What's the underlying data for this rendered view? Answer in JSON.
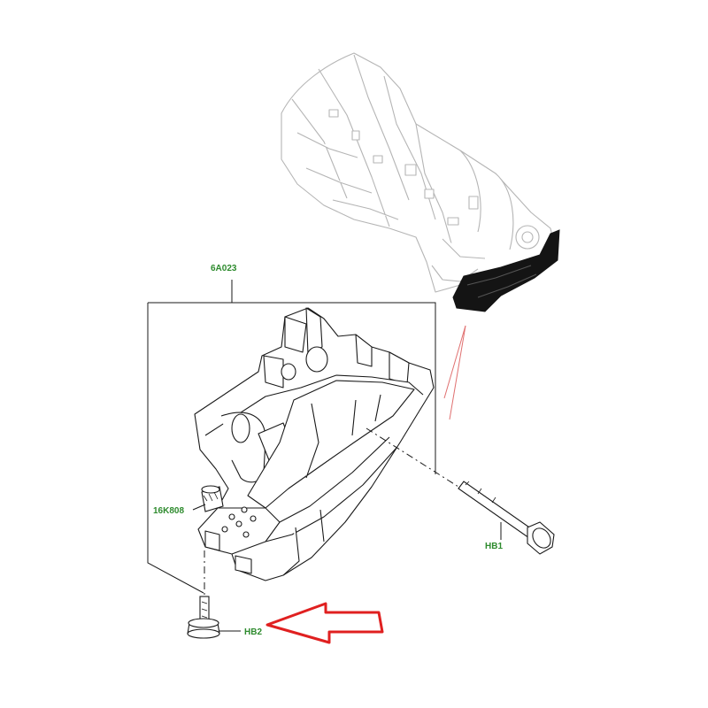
{
  "colors": {
    "label": "#2e8b2e",
    "outline": "#1a1a1a",
    "ghost": "#b5b5b5",
    "pointer_arrow": "#e02020",
    "callout_line": "#e07070"
  },
  "labels": {
    "crossmember": "6A023",
    "mount": "16K808",
    "bolt_side": "HB1",
    "bolt_bottom": "HB2"
  }
}
